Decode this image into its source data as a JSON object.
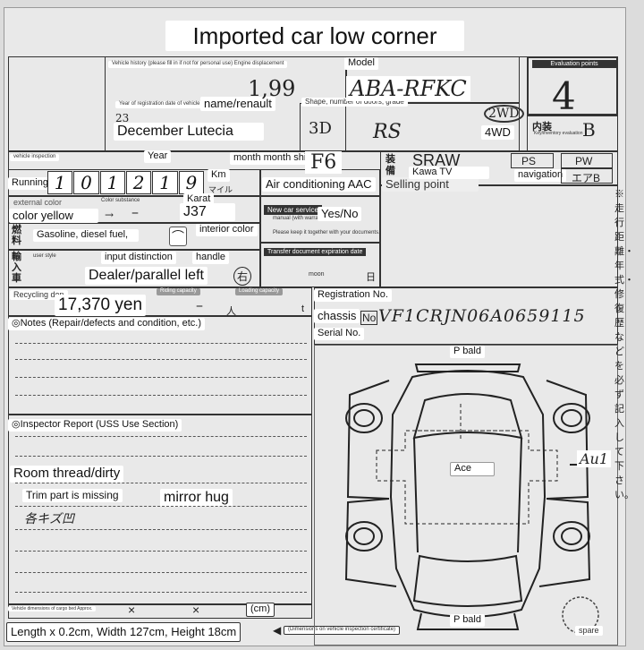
{
  "title": "Imported car low corner",
  "labels": {
    "vehicle_history": "Vehicle history (please fill in if not for personal use) Engine displacement",
    "model": "Model",
    "evaluation_points": "Evaluation points",
    "year_registration": "Year of registration date of vehicle",
    "name": "name/renault",
    "shape": "Shape, number of doors, grade",
    "date": "December Lutecia",
    "drive": "4WD",
    "key_eval": "Key/inventory evaluation",
    "vehicle_inspection": "vehicle inspection",
    "year": "Year",
    "month_shift": "month month shift",
    "running": "Running",
    "km": "Km",
    "mile": "マイル",
    "ac": "Air conditioning AAC",
    "selling_point": "Selling point",
    "external_color": "external color",
    "color_substance": "Color substance",
    "karat": "Karat",
    "color_value": "color yellow",
    "karat_value": "J37",
    "new_car_service": "New car service",
    "manual_warranty": "manual (with warranty)",
    "yes_no": "Yes/No",
    "keep_docs": "Please keep it together with your documents.",
    "fuel_kanji": "燃料",
    "fuel": "Gasoline, diesel fuel,",
    "interior_color": "interior color",
    "import_kanji": "輸入車",
    "user_style": "user style",
    "handle": "handle",
    "input_distinction": "input distinction",
    "transfer_expiry": "Transfer document expiration date",
    "dealer": "Dealer/parallel left",
    "right_mark": "右",
    "moon": "moon",
    "day": "日",
    "recycling": "Recycling dep",
    "recycling_fee": "17,370 yen",
    "riding_capacity": "Riding capacity",
    "loading_capacity": "Loading capacity",
    "person": "人",
    "t": "t",
    "registration_no": "Registration No.",
    "chassis": "chassis",
    "no": "No",
    "serial_no": "Serial No.",
    "notes": "◎Notes (Repair/defects and condition, etc.)",
    "inspector_report": "◎Inspector Report (USS Use Section)",
    "room_thread": "Room thread/dirty",
    "trim_missing": "Trim part is missing",
    "mirror": "mirror hug",
    "cargo_dims": "Vehicle dimensions of cargo bed Approx.",
    "cross1": "×",
    "cross2": "×",
    "cm": "(cm)",
    "dims_value": "Length x 0.2cm, Width 127cm, Height 18cm",
    "dims_note": "(Dimensions on vehicle inspection certificate)",
    "p_bald_top": "P bald",
    "ace": "Ace",
    "au1": "Au1",
    "p_bald_bottom": "P bald",
    "spare": "spare",
    "equip_kanji": "装備",
    "interior_kanji": "内装",
    "kawa_tv": "Kawa TV",
    "navigation": "navigation",
    "sr_aw": "SRAW",
    "ps": "PS",
    "pw": "PW",
    "ab": "エアB"
  },
  "handwriting": {
    "displacement": "1,99",
    "model_code": "ABA-RFKC",
    "eval_score": "4",
    "interior_grade": "B",
    "year_reg": "23",
    "doors": "3D",
    "grade": "RS",
    "drive_circle": "2WD",
    "shift": "F6",
    "mileage_digits": [
      "1",
      "0",
      "1",
      "2",
      "1",
      "9"
    ],
    "chassis_no": "VF1CRJN06A0659115",
    "dash": "–",
    "arrow": "→",
    "kanji_note": "各キズ凹",
    "jp_side": "※走行距離・年式・修復歴などを必ず記入して下さい。"
  }
}
